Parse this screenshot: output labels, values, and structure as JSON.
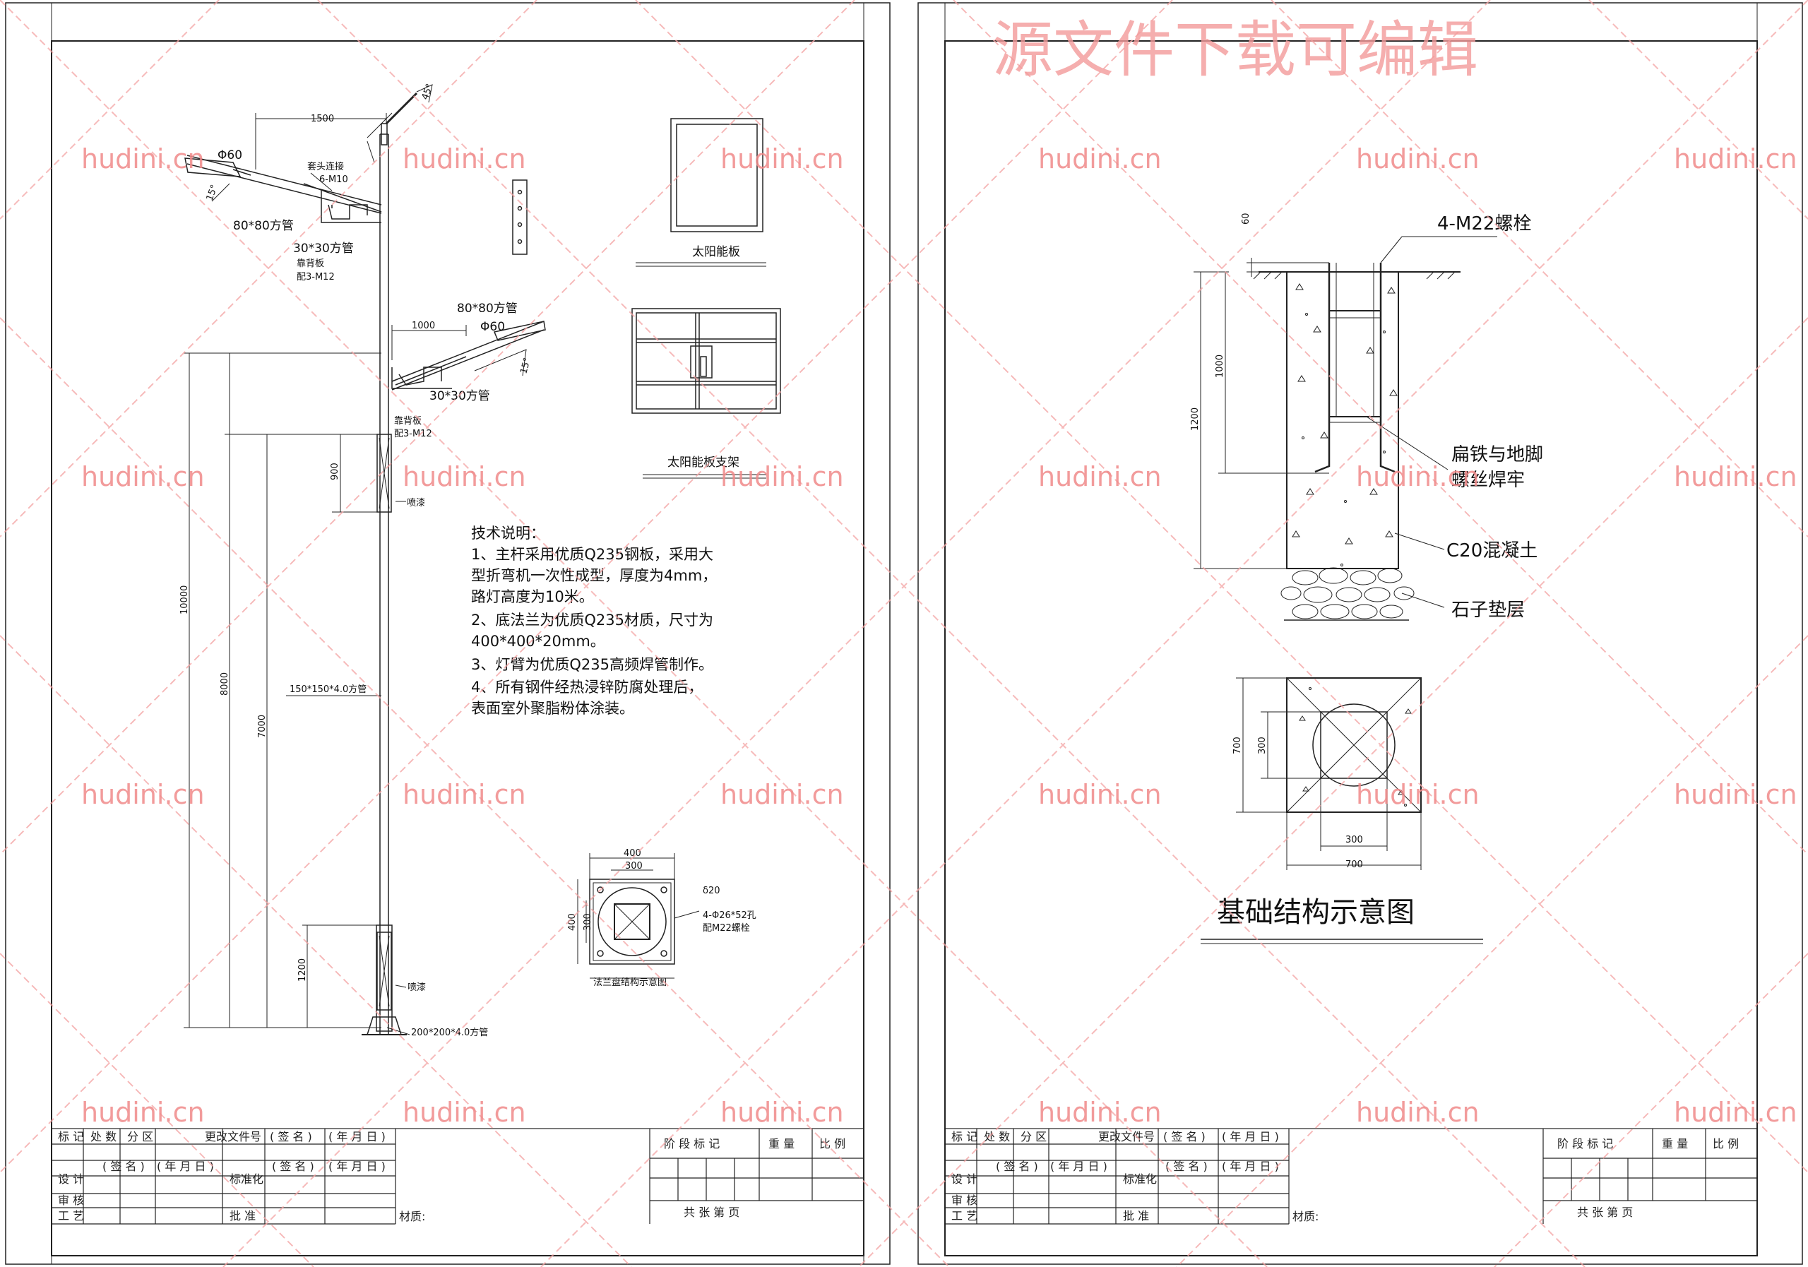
{
  "watermark": {
    "text": "hudini.cn",
    "banner": "源文件下载可编辑",
    "color": "#f08a8a"
  },
  "left_sheet": {
    "pole": {
      "dim_top_arm": "1500",
      "angle_top": "45°",
      "phi_top": "Φ60",
      "label_socket": "套头连接",
      "label_socket_bolt": "6-M10",
      "angle_15_top": "15°",
      "label_tube80": "80*80方管",
      "label_tube30": "30*30方管",
      "label_backplate": "靠背板",
      "label_backplate_bolt": "配3-M12",
      "dim_lower_arm": "1000",
      "label_tube80_lower": "80*80方管",
      "phi_lower": "Φ60",
      "angle_15_lower": "15°",
      "label_tube30_lower": "30*30方管",
      "label_backplate_lower": "靠背板",
      "label_backplate_bolt_lower": "配3-M12",
      "dim_900": "900",
      "label_spray_upper": "喷漆",
      "dim_10000": "10000",
      "dim_8000": "8000",
      "dim_7000": "7000",
      "label_tube150": "150*150*4.0方管",
      "dim_1200": "1200",
      "label_spray_lower": "喷漆",
      "label_tube200": "200*200*4.0方管"
    },
    "solar_panel_label": "太阳能板",
    "solar_frame_label": "太阳能板支架",
    "tech": {
      "heading": "技术说明：",
      "lines": [
        "1、主杆采用优质Q235钢板，采用大",
        "型折弯机一次性成型，厚度为4mm，",
        "路灯高度为10米。",
        "2、底法兰为优质Q235材质，尺寸为",
        "400*400*20mm。",
        "3、灯臂为优质Q235高频焊管制作。",
        "4、所有钢件经热浸锌防腐处理后，",
        "表面室外聚脂粉体涂装。"
      ]
    },
    "flange": {
      "dim_400_top": "400",
      "dim_300_top": "300",
      "dim_400_side": "400",
      "dim_300_side": "300",
      "thickness": "δ20",
      "holes": "4-Φ26*52孔",
      "bolts": "配M22螺栓",
      "caption": "法兰盘结构示意图"
    }
  },
  "right_sheet": {
    "section": {
      "dim_60": "60",
      "dim_1000": "1000",
      "dim_1200": "1200",
      "label_bolts": "4-M22螺栓",
      "label_weld_1": "扁铁与地脚",
      "label_weld_2": "螺丝焊牢",
      "label_concrete": "C20混凝土",
      "label_gravel": "石子垫层"
    },
    "plan": {
      "dim_700_side": "700",
      "dim_300_side": "300",
      "dim_300_bottom": "300",
      "dim_700_bottom": "700"
    },
    "title": "基础结构示意图"
  },
  "title_block": {
    "mark": "标 记",
    "count": "处 数",
    "zone": "分 区",
    "doc_no": "更改文件号",
    "sign": "( 签 名 )",
    "date": "( 年 月 日 )",
    "design": "设 计",
    "standard": "标准化",
    "review": "审 核",
    "process": "工 艺",
    "approve": "批 准",
    "material": "材质:",
    "stage": "阶 段 标 记",
    "weight": "重 量",
    "scale": "比 例",
    "sheets": "共      张      第      页"
  }
}
